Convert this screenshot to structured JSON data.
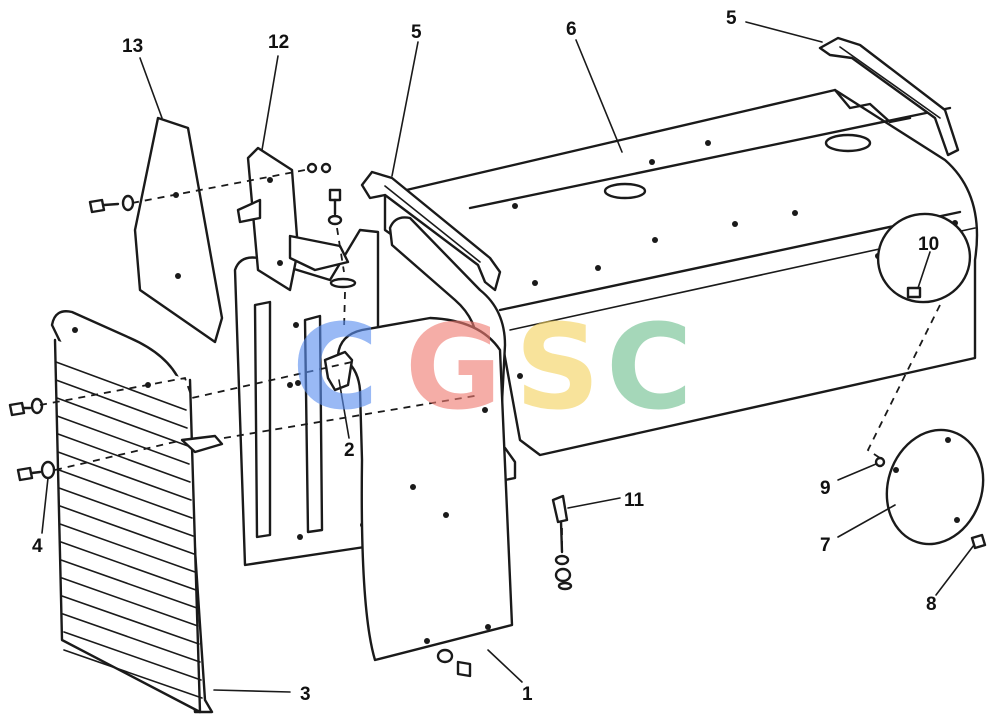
{
  "callouts": {
    "c1": "1",
    "c2": "2",
    "c3": "3",
    "c4": "4",
    "c5a": "5",
    "c5b": "5",
    "c6": "6",
    "c7": "7",
    "c8": "8",
    "c9": "9",
    "c10": "10",
    "c11": "11",
    "c12": "12",
    "c13": "13"
  },
  "watermark": {
    "letters": [
      "C",
      "G",
      "S",
      "C"
    ],
    "colors": [
      "#5b8ff0",
      "#f07b72",
      "#f4d35e",
      "#6fbf8f"
    ]
  },
  "colors": {
    "ink": "#1a1a1a",
    "paper": "#ffffff"
  }
}
